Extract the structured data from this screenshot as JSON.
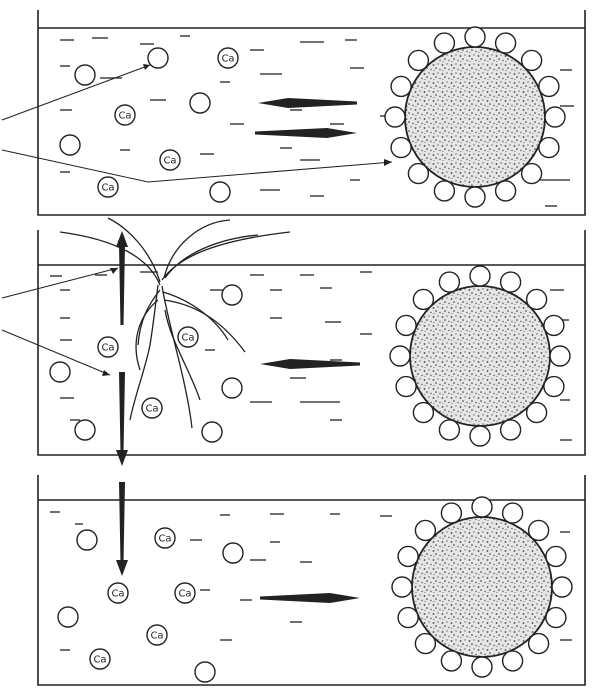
{
  "figure": {
    "ion_label": "Ca",
    "colors": {
      "ink": "#222222",
      "particle_fill": "#d9d9d9",
      "background": "#ffffff"
    },
    "panels": [
      {
        "id": "top",
        "description_of_flow": "bidirectional exchange between solution and soil colloid",
        "arrow_directions": [
          "left",
          "right"
        ],
        "has_plant_roots": false
      },
      {
        "id": "middle",
        "description_of_flow": "cations released from colloid toward plant roots",
        "arrow_directions": [
          "left"
        ],
        "has_plant_roots": true
      },
      {
        "id": "bottom",
        "description_of_flow": "leached cations move toward colloid",
        "arrow_directions": [
          "right"
        ],
        "has_plant_roots": false
      }
    ]
  }
}
